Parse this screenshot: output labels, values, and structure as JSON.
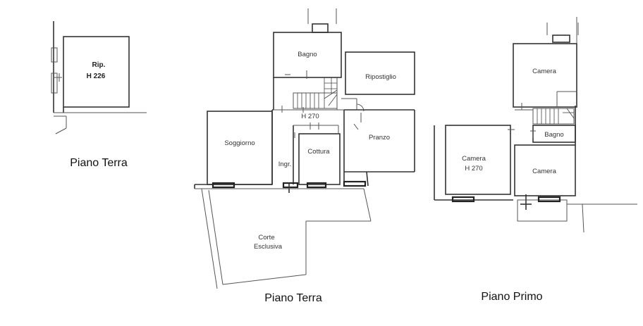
{
  "captions": {
    "ground_small": "Piano Terra",
    "ground_main": "Piano Terra",
    "first": "Piano Primo"
  },
  "rooms": {
    "rip": "Rip.",
    "rip_h": "H 226",
    "bagno": "Bagno",
    "ripostiglio": "Ripostiglio",
    "h270": "H 270",
    "soggiorno": "Soggiorno",
    "ingr": "Ingr.",
    "cottura": "Cottura",
    "pranzo": "Pranzo",
    "corte_1": "Corte",
    "corte_2": "Esclusiva",
    "camera_top": "Camera",
    "bagno_first": "Bagno",
    "camera_left": "Camera",
    "camera_left_h": "H 270",
    "camera_right": "Camera"
  }
}
